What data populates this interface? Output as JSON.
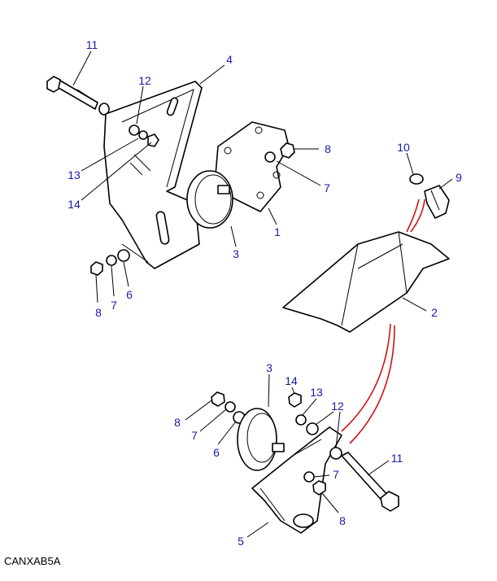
{
  "diagram": {
    "code": "CANXAB5A",
    "callouts": {
      "top_bolt": "11",
      "top_bracket": "4",
      "top_washer_12": "12",
      "top_nut_8": "8",
      "top_washer_7": "7",
      "top_13": "13",
      "top_14": "14",
      "washer_10": "10",
      "bolt_9": "9",
      "mount_plate_1": "1",
      "top_rubber_3": "3",
      "left_nut_8": "8",
      "left_washer_7": "7",
      "left_washer_6": "6",
      "chassis_bracket_2": "2",
      "bottom_rubber_3": "3",
      "bottom_14": "14",
      "bottom_13": "13",
      "bottom_12": "12",
      "bottom_left_8": "8",
      "bottom_left_7": "7",
      "bottom_left_6": "6",
      "bottom_bolt_11": "11",
      "bottom_washer_7": "7",
      "bottom_nut_8": "8",
      "bottom_bracket_5": "5"
    },
    "colors": {
      "callout": "#1a1aa8",
      "link_line": "#d01010"
    }
  }
}
